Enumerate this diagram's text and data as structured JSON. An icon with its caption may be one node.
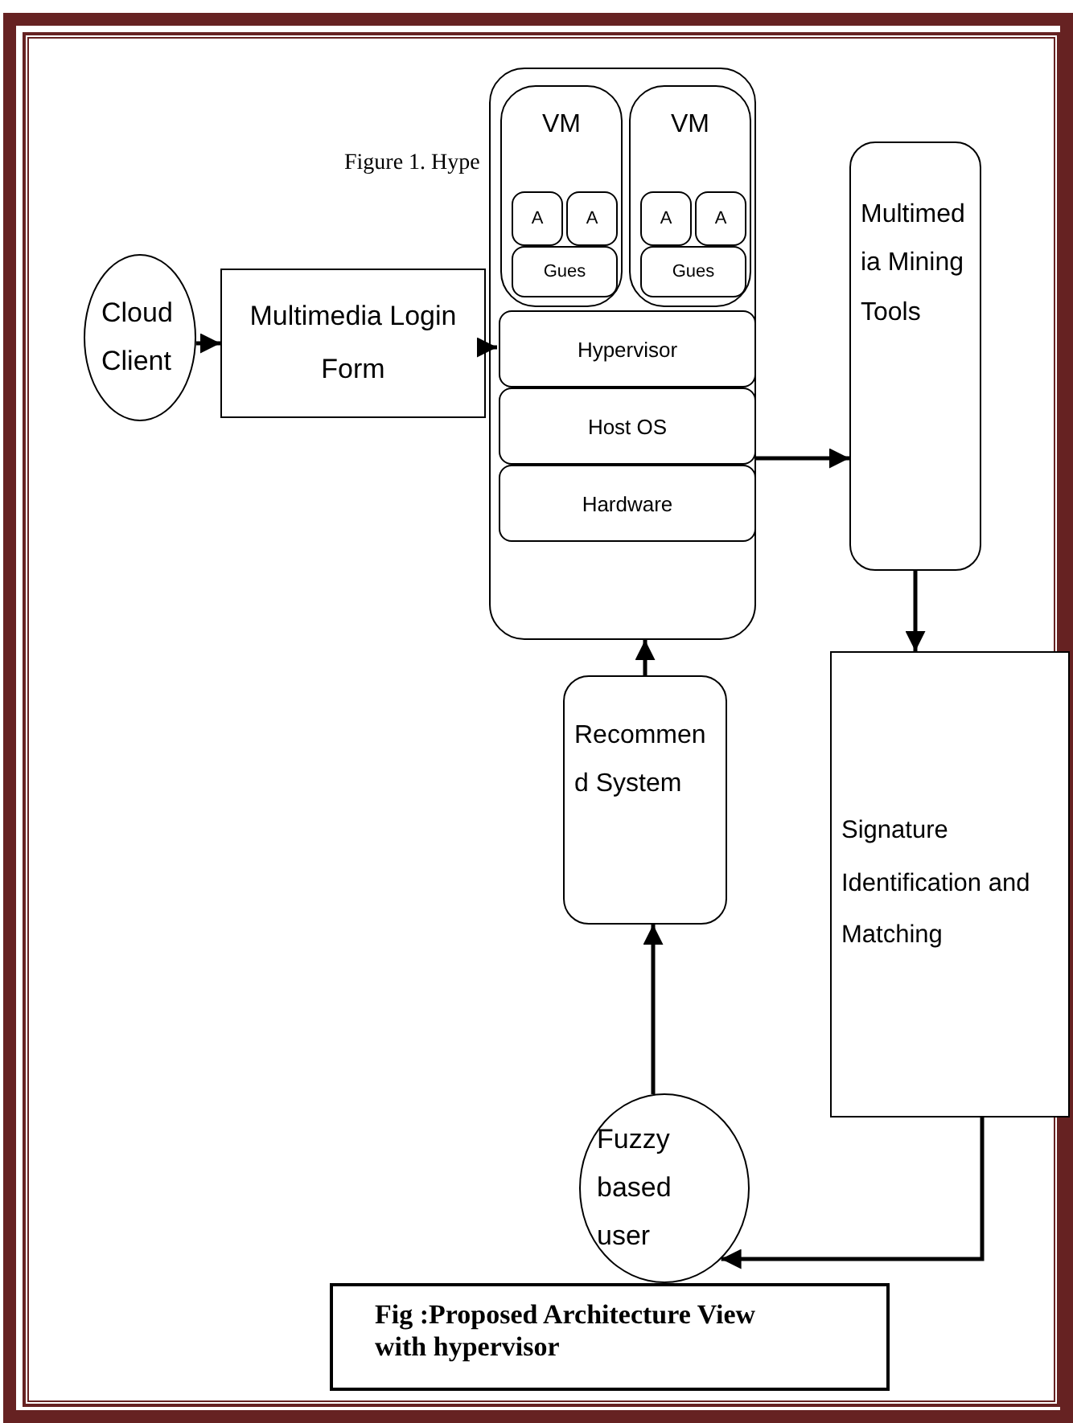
{
  "diagram": {
    "caption": "Fig :Proposed Architecture View with hypervisor",
    "nodes": [
      {
        "text": [
          "Cloud Client"
        ]
      },
      {
        "text": [
          "Multimedia Login Form"
        ]
      },
      {
        "text": [],
        "shape": "box"
      },
      {
        "text": [
          "VM"
        ],
        "in": 2
      },
      {
        "text": [
          "A"
        ],
        "in": 3
      },
      {
        "text": [
          "A"
        ],
        "in": 3
      },
      {
        "text": [
          "Gues"
        ],
        "in": 3
      },
      {
        "text": [
          "VM"
        ],
        "in": 2
      },
      {
        "text": [
          "A"
        ],
        "in": 7
      },
      {
        "text": [
          "A"
        ],
        "in": 7
      },
      {
        "text": [
          "Gues"
        ],
        "in": 7
      },
      {
        "text": [
          "Hypervisor"
        ],
        "in": 2
      },
      {
        "text": [
          "Host OS"
        ],
        "in": 2
      },
      {
        "text": [
          "Hardware"
        ],
        "in": 2
      },
      {
        "text": [
          "Multimed ia Mining Tools"
        ]
      },
      {
        "text": [
          "Signature Identification and Matching"
        ]
      },
      {
        "text": [
          "Recommen d System"
        ]
      },
      {
        "text": [
          "Fuzzy based user"
        ]
      }
    ],
    "edges": [
      {
        "from": 0,
        "to": 1,
        "arrow": "to"
      },
      {
        "from": 1,
        "to": 11,
        "arrow": "to"
      },
      {
        "from": 2,
        "to": 14,
        "arrow": "to"
      },
      {
        "from": 14,
        "to": 15,
        "arrow": "to"
      },
      {
        "from": 16,
        "to": 2,
        "arrow": "to"
      },
      {
        "from": 17,
        "to": 16,
        "arrow": "to"
      },
      {
        "from": 15,
        "to": 17,
        "arrow": "to"
      }
    ],
    "labels": [
      "Figure 1. Hype"
    ]
  }
}
